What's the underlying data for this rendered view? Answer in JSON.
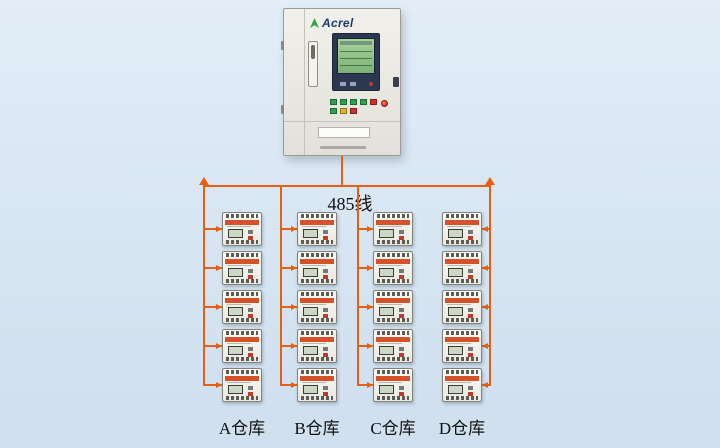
{
  "cabinet": {
    "brand": "Acrel"
  },
  "bus": {
    "label": "485线",
    "color": "#e8600f"
  },
  "warehouses": [
    {
      "label": "A仓库",
      "devices": 5
    },
    {
      "label": "B仓库",
      "devices": 5
    },
    {
      "label": "C仓库",
      "devices": 5
    },
    {
      "label": "D仓库",
      "devices": 5
    }
  ]
}
